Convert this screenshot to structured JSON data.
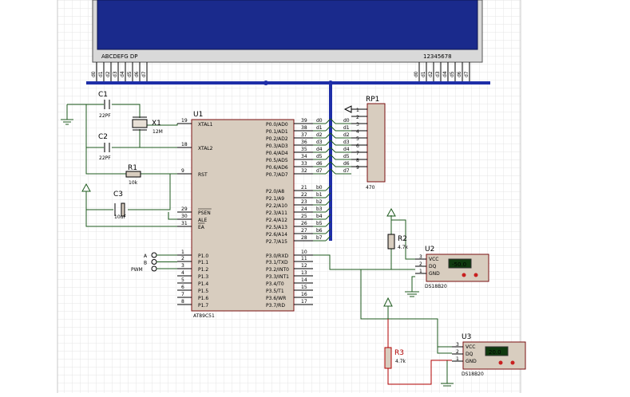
{
  "lcd": {
    "bottom_left_label": "ABCDEFG DP",
    "bottom_right_label": "12345678",
    "left_pins": [
      "d0",
      "d1",
      "d2",
      "d3",
      "d4",
      "d5",
      "d6",
      "d7"
    ],
    "right_pins": [
      "d0",
      "d1",
      "d2",
      "d3",
      "d4",
      "d5",
      "d6",
      "d7"
    ]
  },
  "mcu": {
    "ref": "U1",
    "part": "AT89C51",
    "left_pins": [
      {
        "num": "19",
        "name": "XTAL1"
      },
      {
        "num": "18",
        "name": "XTAL2"
      },
      {
        "num": "9",
        "name": "RST"
      },
      {
        "num": "29",
        "name": "PSEN"
      },
      {
        "num": "30",
        "name": "ALE"
      },
      {
        "num": "31",
        "name": "EA"
      },
      {
        "num": "1",
        "name": "P1.0"
      },
      {
        "num": "2",
        "name": "P1.1"
      },
      {
        "num": "3",
        "name": "P1.2"
      },
      {
        "num": "4",
        "name": "P1.3"
      },
      {
        "num": "5",
        "name": "P1.4"
      },
      {
        "num": "6",
        "name": "P1.5"
      },
      {
        "num": "7",
        "name": "P1.6"
      },
      {
        "num": "8",
        "name": "P1.7"
      }
    ],
    "right_pins": [
      {
        "num": "39",
        "name": "P0.0/AD0",
        "net": "d0"
      },
      {
        "num": "38",
        "name": "P0.1/AD1",
        "net": "d1"
      },
      {
        "num": "37",
        "name": "P0.2/AD2",
        "net": "d2"
      },
      {
        "num": "36",
        "name": "P0.3/AD3",
        "net": "d3"
      },
      {
        "num": "35",
        "name": "P0.4/AD4",
        "net": "d4"
      },
      {
        "num": "34",
        "name": "P0.5/AD5",
        "net": "d5"
      },
      {
        "num": "33",
        "name": "P0.6/AD6",
        "net": "d6"
      },
      {
        "num": "32",
        "name": "P0.7/AD7",
        "net": "d7"
      },
      {
        "num": "21",
        "name": "P2.0/A8",
        "net": "b0"
      },
      {
        "num": "22",
        "name": "P2.1/A9",
        "net": "b1"
      },
      {
        "num": "23",
        "name": "P2.2/A10",
        "net": "b2"
      },
      {
        "num": "24",
        "name": "P2.3/A11",
        "net": "b3"
      },
      {
        "num": "25",
        "name": "P2.4/A12",
        "net": "b4"
      },
      {
        "num": "26",
        "name": "P2.5/A13",
        "net": "b5"
      },
      {
        "num": "27",
        "name": "P2.6/A14",
        "net": "b6"
      },
      {
        "num": "28",
        "name": "P2.7/A15",
        "net": "b7"
      },
      {
        "num": "10",
        "name": "P3.0/RXD",
        "net": ""
      },
      {
        "num": "11",
        "name": "P3.1/TXD",
        "net": ""
      },
      {
        "num": "12",
        "name": "P3.2/INT0",
        "net": ""
      },
      {
        "num": "13",
        "name": "P3.3/INT1",
        "net": ""
      },
      {
        "num": "14",
        "name": "P3.4/T0",
        "net": ""
      },
      {
        "num": "15",
        "name": "P3.5/T1",
        "net": ""
      },
      {
        "num": "16",
        "name": "P3.6/WR",
        "net": ""
      },
      {
        "num": "17",
        "name": "P3.7/RD",
        "net": ""
      }
    ]
  },
  "inputs": [
    "A",
    "B",
    "PWM"
  ],
  "components": {
    "c1": {
      "ref": "C1",
      "value": "22PF"
    },
    "c2": {
      "ref": "C2",
      "value": "22PF"
    },
    "c3": {
      "ref": "C3",
      "value": "10uF"
    },
    "x1": {
      "ref": "X1",
      "value": "12M"
    },
    "r1": {
      "ref": "R1",
      "value": "10k"
    },
    "r2": {
      "ref": "R2",
      "value": "4.7k"
    },
    "r3": {
      "ref": "R3",
      "value": "4.7k"
    },
    "rp1": {
      "ref": "RP1",
      "value": "470",
      "pins": [
        "1",
        "2",
        "3",
        "4",
        "5",
        "6",
        "7",
        "8",
        "9"
      ],
      "nets": [
        "d0",
        "d1",
        "d2",
        "d3",
        "d4",
        "d5",
        "d6",
        "d7"
      ]
    }
  },
  "sensors": [
    {
      "ref": "U2",
      "part": "DS18B20",
      "reading": "-50.0",
      "pins": [
        "3",
        "2",
        "1"
      ],
      "pin_names": [
        "VCC",
        "DQ",
        "GND"
      ]
    },
    {
      "ref": "U3",
      "part": "DS18B20",
      "reading": "20.0",
      "pins": [
        "3",
        "2",
        "1"
      ],
      "pin_names": [
        "VCC",
        "DQ",
        "GND"
      ]
    }
  ],
  "colors": {
    "bus": "#1e2ea8",
    "lcd_bg": "#1a2a8c",
    "chip": "#d8cdbf",
    "wire": "#1c5a1c",
    "red": "#b00000",
    "display_green": "#1fd11f"
  }
}
